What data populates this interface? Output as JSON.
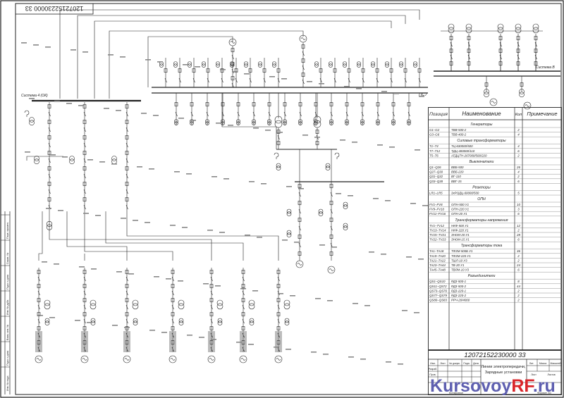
{
  "drawing": {
    "code": "12072152230000 33",
    "code_rotated": "12072152230000 33",
    "title_l1": "Линии электропередачи,",
    "title_l2": "Зарядные установки"
  },
  "buses": {
    "left_system": "Система 4 (ОК)",
    "right_system": "Система В",
    "main_bus": "ПС7"
  },
  "table": {
    "headers": [
      "Позиция",
      "Наименование",
      "Кол",
      "Примечание"
    ],
    "sections": [
      {
        "title": "Генераторы",
        "rows": [
          [
            "G1–G2",
            "ТВВ-500-2",
            "2"
          ],
          [
            "G3–G6",
            "ТВВ-400-2",
            "4"
          ]
        ]
      },
      {
        "title": "Силовые трансформаторы",
        "rows": [
          [
            "Т1–Т4",
            "ТЦ-630000/500",
            "4"
          ],
          [
            "Т7–Т12",
            "ТДЦ-400000/110",
            "6"
          ],
          [
            "Т5–Т6",
            "АТДЦТН-267000/500/220",
            "2"
          ]
        ]
      },
      {
        "title": "Выключатели",
        "rows": [
          [
            "Q1–Q26",
            "ВВБ-500",
            "26"
          ],
          [
            "Q27–Q30",
            "ВВБ-220",
            "4"
          ],
          [
            "Q31–Q32",
            "ВГ-110",
            "2"
          ],
          [
            "Q33–Q38",
            "ВВГ-15",
            "6"
          ]
        ]
      },
      {
        "title": "Реакторы",
        "rows": [
          [
            "LR1–LR5",
            "3хРОДЦ-60000/500",
            "5"
          ]
        ]
      },
      {
        "title": "ОПН",
        "rows": [
          [
            "FV1–FV8",
            "ОПН-500 У1",
            "10"
          ],
          [
            "FV9–FV10",
            "ОПН-220 У1",
            "3"
          ],
          [
            "FV11–FV16",
            "ОПН-20 У1",
            "6"
          ]
        ]
      },
      {
        "title": "Трансформаторы напряжения",
        "rows": [
          [
            "TV1–TV12",
            "НКФ-500 У1",
            "12"
          ],
          [
            "TV13–TV14",
            "НКФ-220 У1",
            "2"
          ],
          [
            "TV15–TV21",
            "ЗНОМ-20 У1",
            "28"
          ],
          [
            "TV22–TV23",
            "ЗНОМ-15 У1",
            "6"
          ]
        ]
      },
      {
        "title": "Трансформаторы тока",
        "rows": [
          [
            "TA1–TA18",
            "ТФЗМ-500Б У1",
            "36"
          ],
          [
            "TA19–TA20",
            "ТФЗМ-220 У1",
            "2"
          ],
          [
            "TA21–TA22",
            "ТШЛ-10 У3",
            "2"
          ],
          [
            "TA23–TA44",
            "ТВ-20 У1",
            "24"
          ],
          [
            "TA45–TA48",
            "ТВЛМ-10 У3",
            "6"
          ]
        ]
      },
      {
        "title": "Разъединители",
        "rows": [
          [
            "QS1–QS10",
            "РДЗ-500-1",
            "8"
          ],
          [
            "QS11–QS72",
            "РДЗ-500-2",
            "44"
          ],
          [
            "QS73–QS76",
            "РДЗ-220-1",
            "2"
          ],
          [
            "QS77–QS79",
            "РДЗ-220-2",
            "2"
          ],
          [
            "QS80–QS83",
            "РРЧ-20/4000",
            "2"
          ]
        ]
      }
    ]
  },
  "stamp": {
    "row1": [
      "Изм.",
      "Лист",
      "№ докум.",
      "Подп.",
      "Дата"
    ],
    "row2": [
      "Разраб.",
      "",
      "",
      "",
      ""
    ],
    "row3": [
      "Пров.",
      "",
      "",
      "",
      ""
    ],
    "stage": [
      "Лит.",
      "Масса",
      "Масштаб"
    ],
    "sheet": "Лист",
    "sheets": "Листов",
    "footer_left": "Копировал",
    "footer_right": "Формат А1"
  },
  "margin_strip": [
    "Инв. № подл.",
    "Подп. и дата",
    "Взам. инв. №",
    "Инв. № дубл.",
    "Подп. и дата",
    "Справ. №",
    "Перв. примен."
  ],
  "watermark": {
    "part1": "Kursovoy",
    "part2": "RF",
    "part3": ".ru"
  }
}
